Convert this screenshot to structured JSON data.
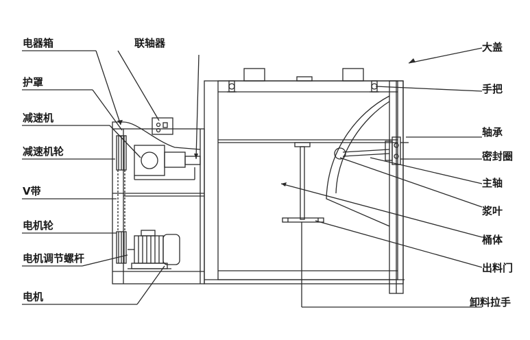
{
  "labels_left": {
    "electrical_box": "电器箱",
    "guard": "护罩",
    "reducer": "减速机",
    "reducer_wheel": "减速机轮",
    "v_belt": "V带",
    "motor_wheel": "电机轮",
    "motor_adjust_screw": "电机调节螺杆",
    "motor": "电机"
  },
  "labels_top": {
    "coupling": "联轴器"
  },
  "labels_right": {
    "cover": "大盖",
    "handle": "手把",
    "bearing": "轴承",
    "seal_ring": "密封圈",
    "main_shaft": "主轴",
    "paddle": "浆叶",
    "barrel": "桶体",
    "discharge_door": "出料门",
    "unload_handle": "卸料拉手"
  },
  "colors": {
    "line": "#2a2a2a",
    "text": "#1a1a1a",
    "background": "#ffffff"
  }
}
